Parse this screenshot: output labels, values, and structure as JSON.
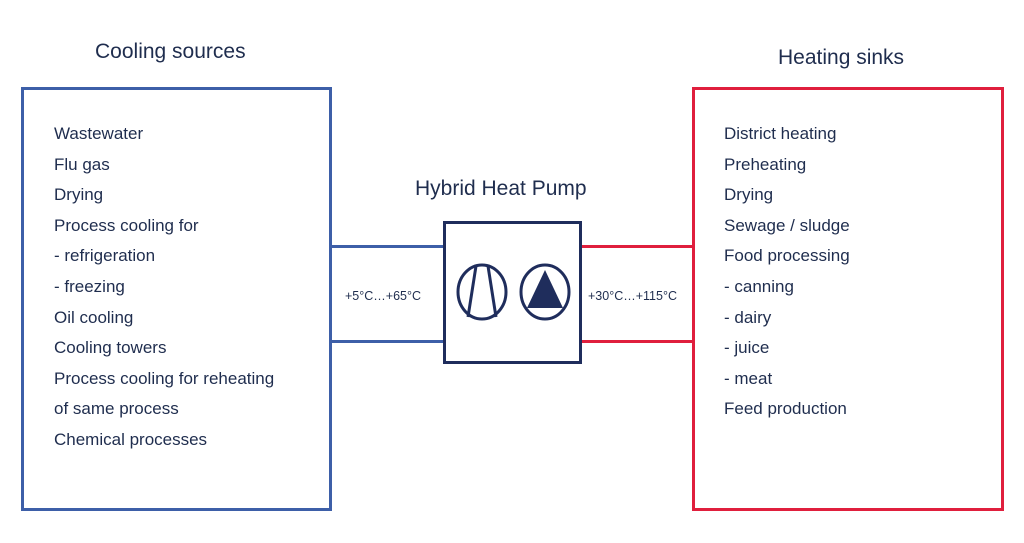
{
  "cooling": {
    "title": "Cooling sources",
    "items": [
      "Wastewater",
      "Flu gas",
      "Drying",
      "Process cooling for",
      "- refrigeration",
      "- freezing",
      "Oil cooling",
      "Cooling towers",
      "Process cooling for reheating",
      "of same process",
      "Chemical processes"
    ],
    "temp_range": "+5°C…+65°C",
    "color": "#3d5fa8"
  },
  "heating": {
    "title": "Heating sinks",
    "items": [
      "District heating",
      "Preheating",
      "Drying",
      "Sewage  / sludge",
      "Food processing",
      "- canning",
      "- dairy",
      "- juice",
      "- meat",
      "Feed production"
    ],
    "temp_range": "+30°C…+115°C",
    "color": "#e01f3d"
  },
  "pump": {
    "title": "Hybrid Heat Pump",
    "icons": [
      "compressor-icon",
      "pump-triangle-icon"
    ],
    "color": "#1f2d5c"
  }
}
